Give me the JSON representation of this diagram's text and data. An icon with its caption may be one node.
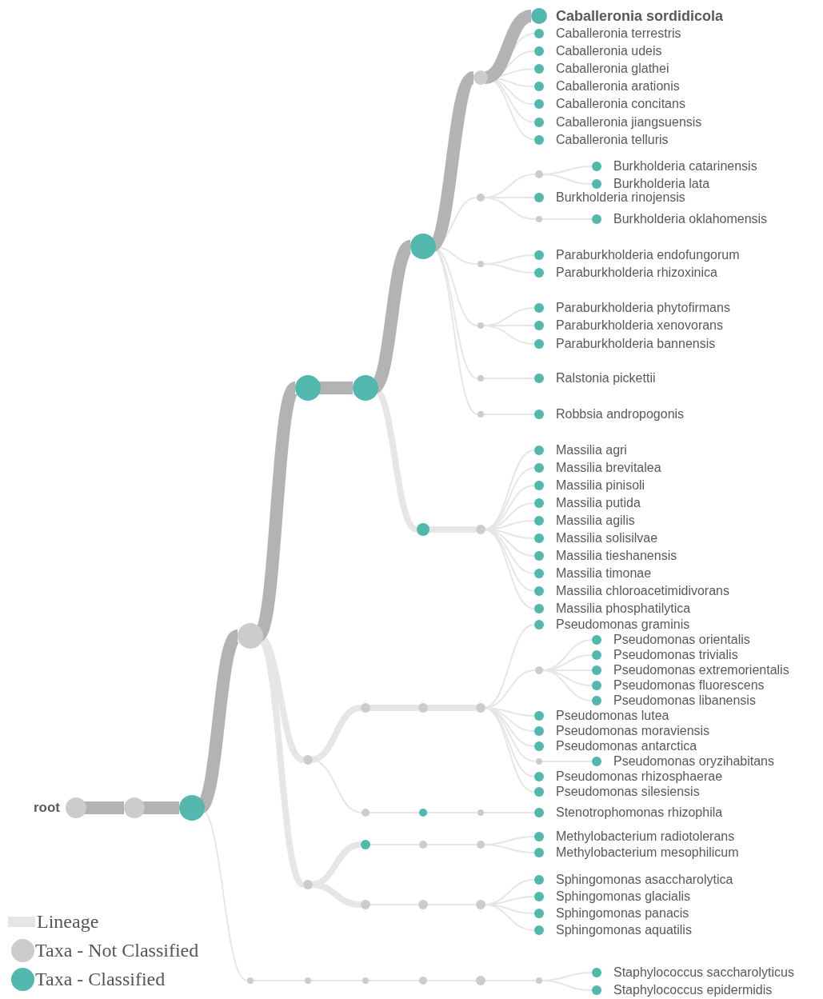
{
  "diagram": {
    "nodes": [
      {
        "text": [
          "root"
        ]
      },
      {
        "text": [],
        "shape": "circle"
      },
      {
        "text": [],
        "shape": "circle"
      },
      {
        "text": [],
        "shape": "circle"
      },
      {
        "text": [],
        "shape": "circle"
      },
      {
        "text": [],
        "shape": "circle"
      },
      {
        "text": [],
        "shape": "circle"
      },
      {
        "text": [],
        "shape": "circle"
      },
      {
        "text": [
          "Caballeronia sordidicola"
        ]
      },
      {
        "text": [
          "Caballeronia terrestris"
        ]
      },
      {
        "text": [
          "Caballeronia udeis"
        ]
      },
      {
        "text": [
          "Caballeronia glathei"
        ]
      },
      {
        "text": [
          "Caballeronia arationis"
        ]
      },
      {
        "text": [
          "Caballeronia concitans"
        ]
      },
      {
        "text": [
          "Caballeronia jiangsuensis"
        ]
      },
      {
        "text": [
          "Caballeronia telluris"
        ]
      },
      {
        "text": [],
        "shape": "circle"
      },
      {
        "text": [],
        "shape": "circle"
      },
      {
        "text": [
          "Burkholderia catarinensis"
        ]
      },
      {
        "text": [
          "Burkholderia lata"
        ]
      },
      {
        "text": [
          "Burkholderia rinojensis"
        ]
      },
      {
        "text": [],
        "shape": "circle"
      },
      {
        "text": [
          "Burkholderia oklahomensis"
        ]
      },
      {
        "text": [],
        "shape": "circle"
      },
      {
        "text": [
          "Paraburkholderia endofungorum"
        ]
      },
      {
        "text": [
          "Paraburkholderia rhizoxinica"
        ]
      },
      {
        "text": [],
        "shape": "circle"
      },
      {
        "text": [
          "Paraburkholderia phytofirmans"
        ]
      },
      {
        "text": [
          "Paraburkholderia xenovorans"
        ]
      },
      {
        "text": [
          "Paraburkholderia bannensis"
        ]
      },
      {
        "text": [],
        "shape": "circle"
      },
      {
        "text": [
          "Ralstonia pickettii"
        ]
      },
      {
        "text": [],
        "shape": "circle"
      },
      {
        "text": [
          "Robbsia andropogonis"
        ]
      },
      {
        "text": [],
        "shape": "circle"
      },
      {
        "text": [],
        "shape": "circle"
      },
      {
        "text": [
          "Massilia agri"
        ]
      },
      {
        "text": [
          "Massilia brevitalea"
        ]
      },
      {
        "text": [
          "Massilia pinisoli"
        ]
      },
      {
        "text": [
          "Massilia putida"
        ]
      },
      {
        "text": [
          "Massilia agilis"
        ]
      },
      {
        "text": [
          "Massilia solisilvae"
        ]
      },
      {
        "text": [
          "Massilia tieshanensis"
        ]
      },
      {
        "text": [
          "Massilia timonae"
        ]
      },
      {
        "text": [
          "Massilia chloroacetimidivorans"
        ]
      },
      {
        "text": [
          "Massilia phosphatilytica"
        ]
      },
      {
        "text": [],
        "shape": "circle"
      },
      {
        "text": [],
        "shape": "circle"
      },
      {
        "text": [],
        "shape": "circle"
      },
      {
        "text": [],
        "shape": "circle"
      },
      {
        "text": [
          "Pseudomonas graminis"
        ]
      },
      {
        "text": [],
        "shape": "circle"
      },
      {
        "text": [
          "Pseudomonas orientalis"
        ]
      },
      {
        "text": [
          "Pseudomonas trivialis"
        ]
      },
      {
        "text": [
          "Pseudomonas extremorientalis"
        ]
      },
      {
        "text": [
          "Pseudomonas fluorescens"
        ]
      },
      {
        "text": [
          "Pseudomonas libanensis"
        ]
      },
      {
        "text": [
          "Pseudomonas lutea"
        ]
      },
      {
        "text": [
          "Pseudomonas moraviensis"
        ]
      },
      {
        "text": [
          "Pseudomonas antarctica"
        ]
      },
      {
        "text": [],
        "shape": "circle"
      },
      {
        "text": [
          "Pseudomonas oryzihabitans"
        ]
      },
      {
        "text": [
          "Pseudomonas rhizosphaerae"
        ]
      },
      {
        "text": [
          "Pseudomonas silesiensis"
        ]
      },
      {
        "text": [],
        "shape": "circle"
      },
      {
        "text": [],
        "shape": "circle"
      },
      {
        "text": [],
        "shape": "circle"
      },
      {
        "text": [
          "Stenotrophomonas rhizophila"
        ]
      },
      {
        "text": [],
        "shape": "circle"
      },
      {
        "text": [],
        "shape": "circle"
      },
      {
        "text": [],
        "shape": "circle"
      },
      {
        "text": [],
        "shape": "circle"
      },
      {
        "text": [
          "Methylobacterium radiotolerans"
        ]
      },
      {
        "text": [
          "Methylobacterium mesophilicum"
        ]
      },
      {
        "text": [],
        "shape": "circle"
      },
      {
        "text": [],
        "shape": "circle"
      },
      {
        "text": [],
        "shape": "circle"
      },
      {
        "text": [
          "Sphingomonas asaccharolytica"
        ]
      },
      {
        "text": [
          "Sphingomonas glacialis"
        ]
      },
      {
        "text": [
          "Sphingomonas panacis"
        ]
      },
      {
        "text": [
          "Sphingomonas aquatilis"
        ]
      },
      {
        "text": [],
        "shape": "circle"
      },
      {
        "text": [],
        "shape": "circle"
      },
      {
        "text": [],
        "shape": "circle"
      },
      {
        "text": [],
        "shape": "circle"
      },
      {
        "text": [],
        "shape": "circle"
      },
      {
        "text": [],
        "shape": "circle"
      },
      {
        "text": [
          "Staphylococcus saccharolyticus"
        ]
      },
      {
        "text": [
          "Staphylococcus epidermidis"
        ]
      }
    ],
    "edges": [
      {
        "from": 0,
        "to": 1,
        "arrow": "none",
        "style": "thick",
        "color": "#b3b3b3"
      },
      {
        "from": 1,
        "to": 2,
        "arrow": "none",
        "style": "thick",
        "color": "#b3b3b3"
      },
      {
        "from": 2,
        "to": 3,
        "arrow": "none",
        "style": "thick",
        "color": "#b3b3b3"
      },
      {
        "from": 3,
        "to": 4,
        "arrow": "none",
        "style": "thick",
        "color": "#b3b3b3"
      },
      {
        "from": 4,
        "to": 5,
        "arrow": "none",
        "style": "thick",
        "color": "#b3b3b3"
      },
      {
        "from": 5,
        "to": 6,
        "arrow": "none",
        "style": "thick",
        "color": "#b3b3b3"
      },
      {
        "from": 6,
        "to": 7,
        "arrow": "none",
        "style": "thick",
        "color": "#b3b3b3"
      },
      {
        "from": 7,
        "to": 8,
        "arrow": "none",
        "style": "thick",
        "color": "#b3b3b3"
      },
      {
        "from": 7,
        "to": 9,
        "arrow": "none"
      },
      {
        "from": 7,
        "to": 10,
        "arrow": "none"
      },
      {
        "from": 7,
        "to": 11,
        "arrow": "none"
      },
      {
        "from": 7,
        "to": 12,
        "arrow": "none"
      },
      {
        "from": 7,
        "to": 13,
        "arrow": "none"
      },
      {
        "from": 7,
        "to": 14,
        "arrow": "none"
      },
      {
        "from": 7,
        "to": 15,
        "arrow": "none"
      },
      {
        "from": 6,
        "to": 16,
        "arrow": "none"
      },
      {
        "from": 16,
        "to": 17,
        "arrow": "none"
      },
      {
        "from": 17,
        "to": 18,
        "arrow": "none"
      },
      {
        "from": 17,
        "to": 19,
        "arrow": "none"
      },
      {
        "from": 16,
        "to": 20,
        "arrow": "none"
      },
      {
        "from": 16,
        "to": 21,
        "arrow": "none"
      },
      {
        "from": 21,
        "to": 22,
        "arrow": "none"
      },
      {
        "from": 6,
        "to": 23,
        "arrow": "none"
      },
      {
        "from": 23,
        "to": 24,
        "arrow": "none"
      },
      {
        "from": 23,
        "to": 25,
        "arrow": "none"
      },
      {
        "from": 6,
        "to": 26,
        "arrow": "none"
      },
      {
        "from": 26,
        "to": 27,
        "arrow": "none"
      },
      {
        "from": 26,
        "to": 28,
        "arrow": "none"
      },
      {
        "from": 26,
        "to": 29,
        "arrow": "none"
      },
      {
        "from": 6,
        "to": 30,
        "arrow": "none"
      },
      {
        "from": 30,
        "to": 31,
        "arrow": "none"
      },
      {
        "from": 6,
        "to": 32,
        "arrow": "none"
      },
      {
        "from": 32,
        "to": 33,
        "arrow": "none"
      },
      {
        "from": 5,
        "to": 34,
        "arrow": "none",
        "style": "thick"
      },
      {
        "from": 34,
        "to": 35,
        "arrow": "none",
        "style": "thick"
      },
      {
        "from": 35,
        "to": 36,
        "arrow": "none"
      },
      {
        "from": 35,
        "to": 37,
        "arrow": "none"
      },
      {
        "from": 35,
        "to": 38,
        "arrow": "none"
      },
      {
        "from": 35,
        "to": 39,
        "arrow": "none"
      },
      {
        "from": 35,
        "to": 40,
        "arrow": "none"
      },
      {
        "from": 35,
        "to": 41,
        "arrow": "none"
      },
      {
        "from": 35,
        "to": 42,
        "arrow": "none"
      },
      {
        "from": 35,
        "to": 43,
        "arrow": "none"
      },
      {
        "from": 35,
        "to": 44,
        "arrow": "none"
      },
      {
        "from": 35,
        "to": 45,
        "arrow": "none"
      },
      {
        "from": 3,
        "to": 46,
        "arrow": "none",
        "style": "thick"
      },
      {
        "from": 46,
        "to": 47,
        "arrow": "none",
        "style": "thick"
      },
      {
        "from": 47,
        "to": 48,
        "arrow": "none",
        "style": "thick"
      },
      {
        "from": 48,
        "to": 49,
        "arrow": "none",
        "style": "thick"
      },
      {
        "from": 49,
        "to": 50,
        "arrow": "none"
      },
      {
        "from": 49,
        "to": 51,
        "arrow": "none"
      },
      {
        "from": 51,
        "to": 52,
        "arrow": "none"
      },
      {
        "from": 51,
        "to": 53,
        "arrow": "none"
      },
      {
        "from": 51,
        "to": 54,
        "arrow": "none"
      },
      {
        "from": 51,
        "to": 55,
        "arrow": "none"
      },
      {
        "from": 51,
        "to": 56,
        "arrow": "none"
      },
      {
        "from": 49,
        "to": 57,
        "arrow": "none"
      },
      {
        "from": 49,
        "to": 58,
        "arrow": "none"
      },
      {
        "from": 49,
        "to": 59,
        "arrow": "none"
      },
      {
        "from": 49,
        "to": 60,
        "arrow": "none"
      },
      {
        "from": 60,
        "to": 61,
        "arrow": "none"
      },
      {
        "from": 49,
        "to": 62,
        "arrow": "none"
      },
      {
        "from": 49,
        "to": 63,
        "arrow": "none"
      },
      {
        "from": 46,
        "to": 64,
        "arrow": "none"
      },
      {
        "from": 64,
        "to": 65,
        "arrow": "none"
      },
      {
        "from": 65,
        "to": 66,
        "arrow": "none"
      },
      {
        "from": 66,
        "to": 67,
        "arrow": "none"
      },
      {
        "from": 3,
        "to": 68,
        "arrow": "none",
        "style": "thick"
      },
      {
        "from": 68,
        "to": 69,
        "arrow": "none",
        "style": "thick"
      },
      {
        "from": 69,
        "to": 70,
        "arrow": "none"
      },
      {
        "from": 70,
        "to": 71,
        "arrow": "none"
      },
      {
        "from": 71,
        "to": 72,
        "arrow": "none"
      },
      {
        "from": 71,
        "to": 73,
        "arrow": "none"
      },
      {
        "from": 68,
        "to": 74,
        "arrow": "none",
        "style": "thick"
      },
      {
        "from": 74,
        "to": 75,
        "arrow": "none"
      },
      {
        "from": 75,
        "to": 76,
        "arrow": "none"
      },
      {
        "from": 76,
        "to": 77,
        "arrow": "none"
      },
      {
        "from": 76,
        "to": 78,
        "arrow": "none"
      },
      {
        "from": 76,
        "to": 79,
        "arrow": "none"
      },
      {
        "from": 76,
        "to": 80,
        "arrow": "none"
      },
      {
        "from": 2,
        "to": 81,
        "arrow": "none"
      },
      {
        "from": 81,
        "to": 82,
        "arrow": "none"
      },
      {
        "from": 82,
        "to": 83,
        "arrow": "none"
      },
      {
        "from": 83,
        "to": 84,
        "arrow": "none"
      },
      {
        "from": 84,
        "to": 85,
        "arrow": "none"
      },
      {
        "from": 85,
        "to": 86,
        "arrow": "none"
      },
      {
        "from": 86,
        "to": 87,
        "arrow": "none"
      },
      {
        "from": 86,
        "to": 88,
        "arrow": "none"
      }
    ],
    "legend": [
      {
        "text": "Lineage",
        "color": "#e6e6e6"
      },
      {
        "text": "Taxa - Not Classified",
        "color": "#cccccc"
      },
      {
        "text": "Taxa - Classified",
        "color": "#52b8ad"
      }
    ]
  }
}
